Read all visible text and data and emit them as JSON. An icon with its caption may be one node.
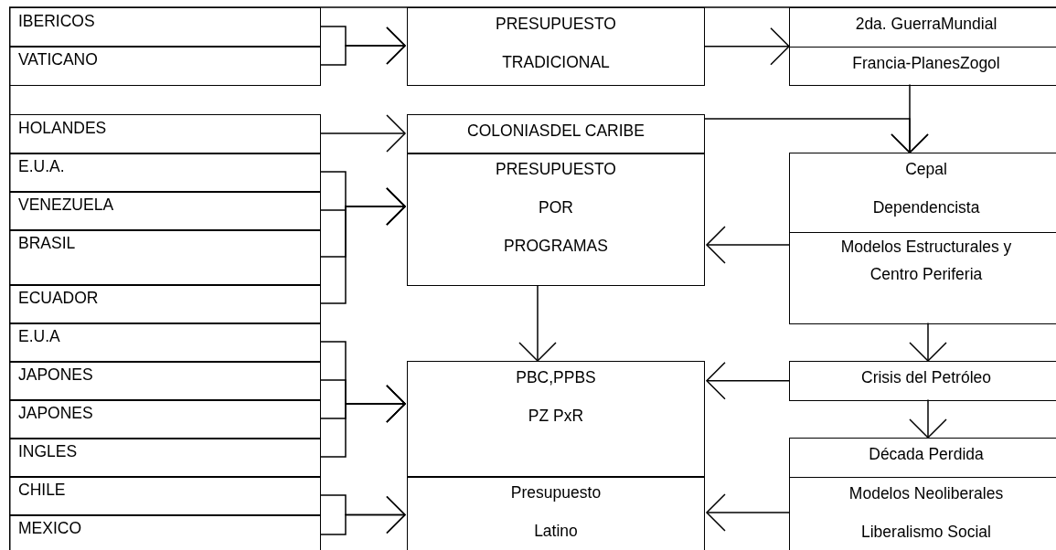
{
  "diagram": {
    "nodes": [
      {
        "text": [
          "IBERICOS"
        ]
      },
      {
        "text": [
          "VATICANO"
        ]
      },
      {
        "text": [
          "HOLANDES"
        ]
      },
      {
        "text": [
          "E.U.A."
        ]
      },
      {
        "text": [
          "VENEZUELA"
        ]
      },
      {
        "text": [
          "BRASIL"
        ]
      },
      {
        "text": [
          "ECUADOR"
        ]
      },
      {
        "text": [
          "E.U.A"
        ]
      },
      {
        "text": [
          "JAPONES"
        ]
      },
      {
        "text": [
          "JAPONES"
        ]
      },
      {
        "text": [
          "INGLES"
        ]
      },
      {
        "text": [
          "CHILE"
        ]
      },
      {
        "text": [
          "MEXICO"
        ]
      },
      {
        "text": [
          "PRESUPUESTO TRADICIONAL"
        ]
      },
      {
        "text": [
          "COLONIASDEL CARIBE"
        ]
      },
      {
        "text": [
          "PRESUPUESTO POR PROGRAMAS"
        ]
      },
      {
        "text": [
          "PBC,PPBS PZ PxR"
        ]
      },
      {
        "text": [
          "Presupuesto Latino"
        ]
      },
      {
        "text": [
          "2da. GuerraMundial",
          "Francia-PlanesZogol"
        ]
      },
      {
        "text": [
          "Cepal Dependencista",
          "Modelos Estructurales y Centro Periferia"
        ]
      },
      {
        "text": [
          "Crisis del Petróleo"
        ]
      },
      {
        "text": [
          "Década Perdida",
          "Modelos Neoliberales Liberalismo Social"
        ]
      }
    ],
    "edges": [
      {
        "from": 0,
        "to": 13,
        "arrow": "to"
      },
      {
        "from": 1,
        "to": 13,
        "arrow": "to"
      },
      {
        "from": 13,
        "to": 18,
        "arrow": "to"
      },
      {
        "from": 2,
        "to": 14,
        "arrow": "to"
      },
      {
        "from": 14,
        "to": 19,
        "arrow": "to"
      },
      {
        "from": 18,
        "to": 19,
        "arrow": "to"
      },
      {
        "from": 3,
        "to": 15,
        "arrow": "to"
      },
      {
        "from": 4,
        "to": 15,
        "arrow": "to"
      },
      {
        "from": 5,
        "to": 15,
        "arrow": "to"
      },
      {
        "from": 6,
        "to": 15,
        "arrow": "to"
      },
      {
        "from": 19,
        "to": 15,
        "arrow": "to"
      },
      {
        "from": 15,
        "to": 16,
        "arrow": "to"
      },
      {
        "from": 19,
        "to": 20,
        "arrow": "to"
      },
      {
        "from": 7,
        "to": 16,
        "arrow": "to"
      },
      {
        "from": 8,
        "to": 16,
        "arrow": "to"
      },
      {
        "from": 9,
        "to": 16,
        "arrow": "to"
      },
      {
        "from": 10,
        "to": 16,
        "arrow": "to"
      },
      {
        "from": 20,
        "to": 16,
        "arrow": "to"
      },
      {
        "from": 20,
        "to": 21,
        "arrow": "to"
      },
      {
        "from": 11,
        "to": 17,
        "arrow": "to"
      },
      {
        "from": 12,
        "to": 17,
        "arrow": "to"
      },
      {
        "from": 21,
        "to": 17,
        "arrow": "to"
      }
    ]
  }
}
